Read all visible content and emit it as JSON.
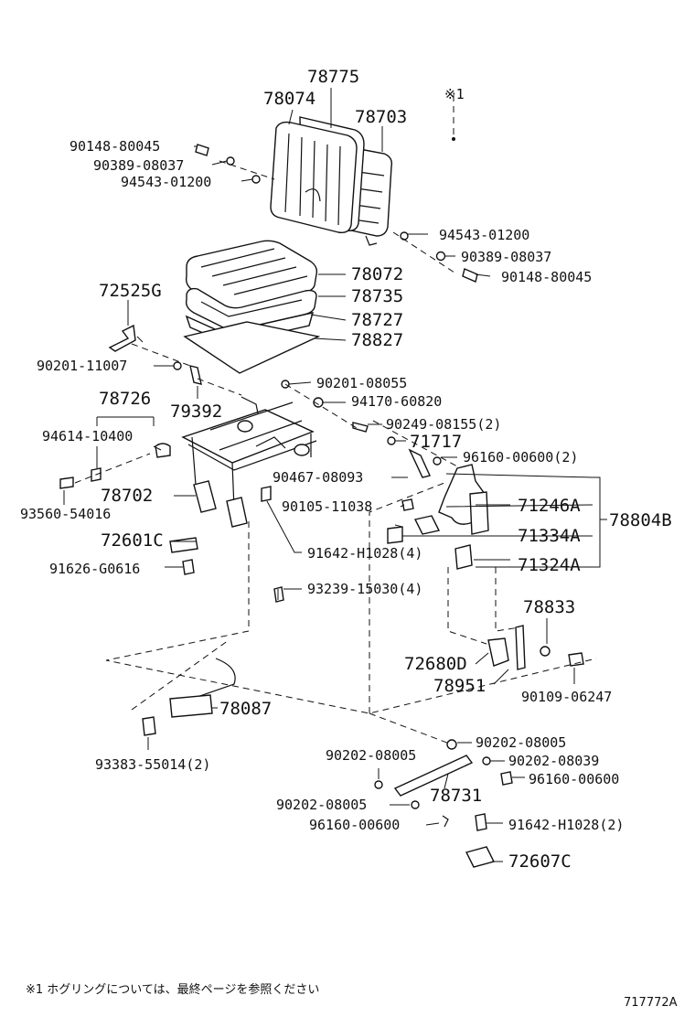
{
  "labels": [
    {
      "id": "l78775",
      "text": "78775"
    },
    {
      "id": "l78074",
      "text": "78074"
    },
    {
      "id": "l78703",
      "text": "78703"
    },
    {
      "id": "lnote",
      "text": "※1"
    },
    {
      "id": "l90148a",
      "text": "90148-80045"
    },
    {
      "id": "l90389a",
      "text": "90389-08037"
    },
    {
      "id": "l94543a",
      "text": "94543-01200"
    },
    {
      "id": "l94543b",
      "text": "94543-01200"
    },
    {
      "id": "l90389b",
      "text": "90389-08037"
    },
    {
      "id": "l90148b",
      "text": "90148-80045"
    },
    {
      "id": "l78072",
      "text": "78072"
    },
    {
      "id": "l78735",
      "text": "78735"
    },
    {
      "id": "l78727",
      "text": "78727"
    },
    {
      "id": "l78827",
      "text": "78827"
    },
    {
      "id": "l72525G",
      "text": "72525G"
    },
    {
      "id": "l90201a",
      "text": "90201-11007"
    },
    {
      "id": "l79392",
      "text": "79392"
    },
    {
      "id": "l90201b",
      "text": "90201-08055"
    },
    {
      "id": "l94170",
      "text": "94170-60820"
    },
    {
      "id": "l78726",
      "text": "78726"
    },
    {
      "id": "l94614",
      "text": "94614-10400"
    },
    {
      "id": "l90249",
      "text": "90249-08155(2)"
    },
    {
      "id": "l71717",
      "text": "71717"
    },
    {
      "id": "l96160a",
      "text": "96160-00600(2)"
    },
    {
      "id": "l90467",
      "text": "90467-08093"
    },
    {
      "id": "l93560",
      "text": "93560-54016"
    },
    {
      "id": "l78702",
      "text": "78702"
    },
    {
      "id": "l90105",
      "text": "90105-11038"
    },
    {
      "id": "l71246A",
      "text": "71246A"
    },
    {
      "id": "l78804B",
      "text": "78804B"
    },
    {
      "id": "l72601C",
      "text": "72601C"
    },
    {
      "id": "l71334A",
      "text": "71334A"
    },
    {
      "id": "l91642a",
      "text": "91642-H1028(4)"
    },
    {
      "id": "l71324A",
      "text": "71324A"
    },
    {
      "id": "l91626",
      "text": "91626-G0616"
    },
    {
      "id": "l93239",
      "text": "93239-15030(4)"
    },
    {
      "id": "l78833",
      "text": "78833"
    },
    {
      "id": "l72680D",
      "text": "72680D"
    },
    {
      "id": "l78951",
      "text": "78951"
    },
    {
      "id": "l90109",
      "text": "90109-06247"
    },
    {
      "id": "l78087",
      "text": "78087"
    },
    {
      "id": "l93383",
      "text": "93383-55014(2)"
    },
    {
      "id": "l90202a",
      "text": "90202-08005"
    },
    {
      "id": "l90202b",
      "text": "90202-08005"
    },
    {
      "id": "l90202c",
      "text": "90202-08039"
    },
    {
      "id": "l78731",
      "text": "78731"
    },
    {
      "id": "l96160b",
      "text": "96160-00600"
    },
    {
      "id": "l90202d",
      "text": "90202-08005"
    },
    {
      "id": "l96160c",
      "text": "96160-00600"
    },
    {
      "id": "l91642b",
      "text": "91642-H1028(2)"
    },
    {
      "id": "l72607C",
      "text": "72607C"
    }
  ],
  "footnote": "※1  ホグリングについては、最終ページを参照ください",
  "figure_id": "717772A"
}
